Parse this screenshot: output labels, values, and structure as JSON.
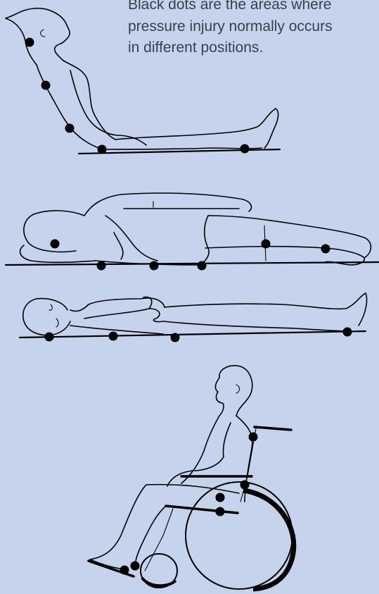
{
  "caption": {
    "line1": "Black dots are the areas where",
    "line2": "pressure injury normally occurs",
    "line3": "in different positions."
  },
  "colors": {
    "background": "#c5d3ec",
    "text": "#3a3f4a",
    "ink": "#000000"
  },
  "figures": [
    {
      "position": "reclined-sitting",
      "pressure_points": 5
    },
    {
      "position": "side-lying",
      "pressure_points": 6
    },
    {
      "position": "supine-lying",
      "pressure_points": 4
    },
    {
      "position": "wheelchair-sitting",
      "pressure_points": 6
    }
  ]
}
